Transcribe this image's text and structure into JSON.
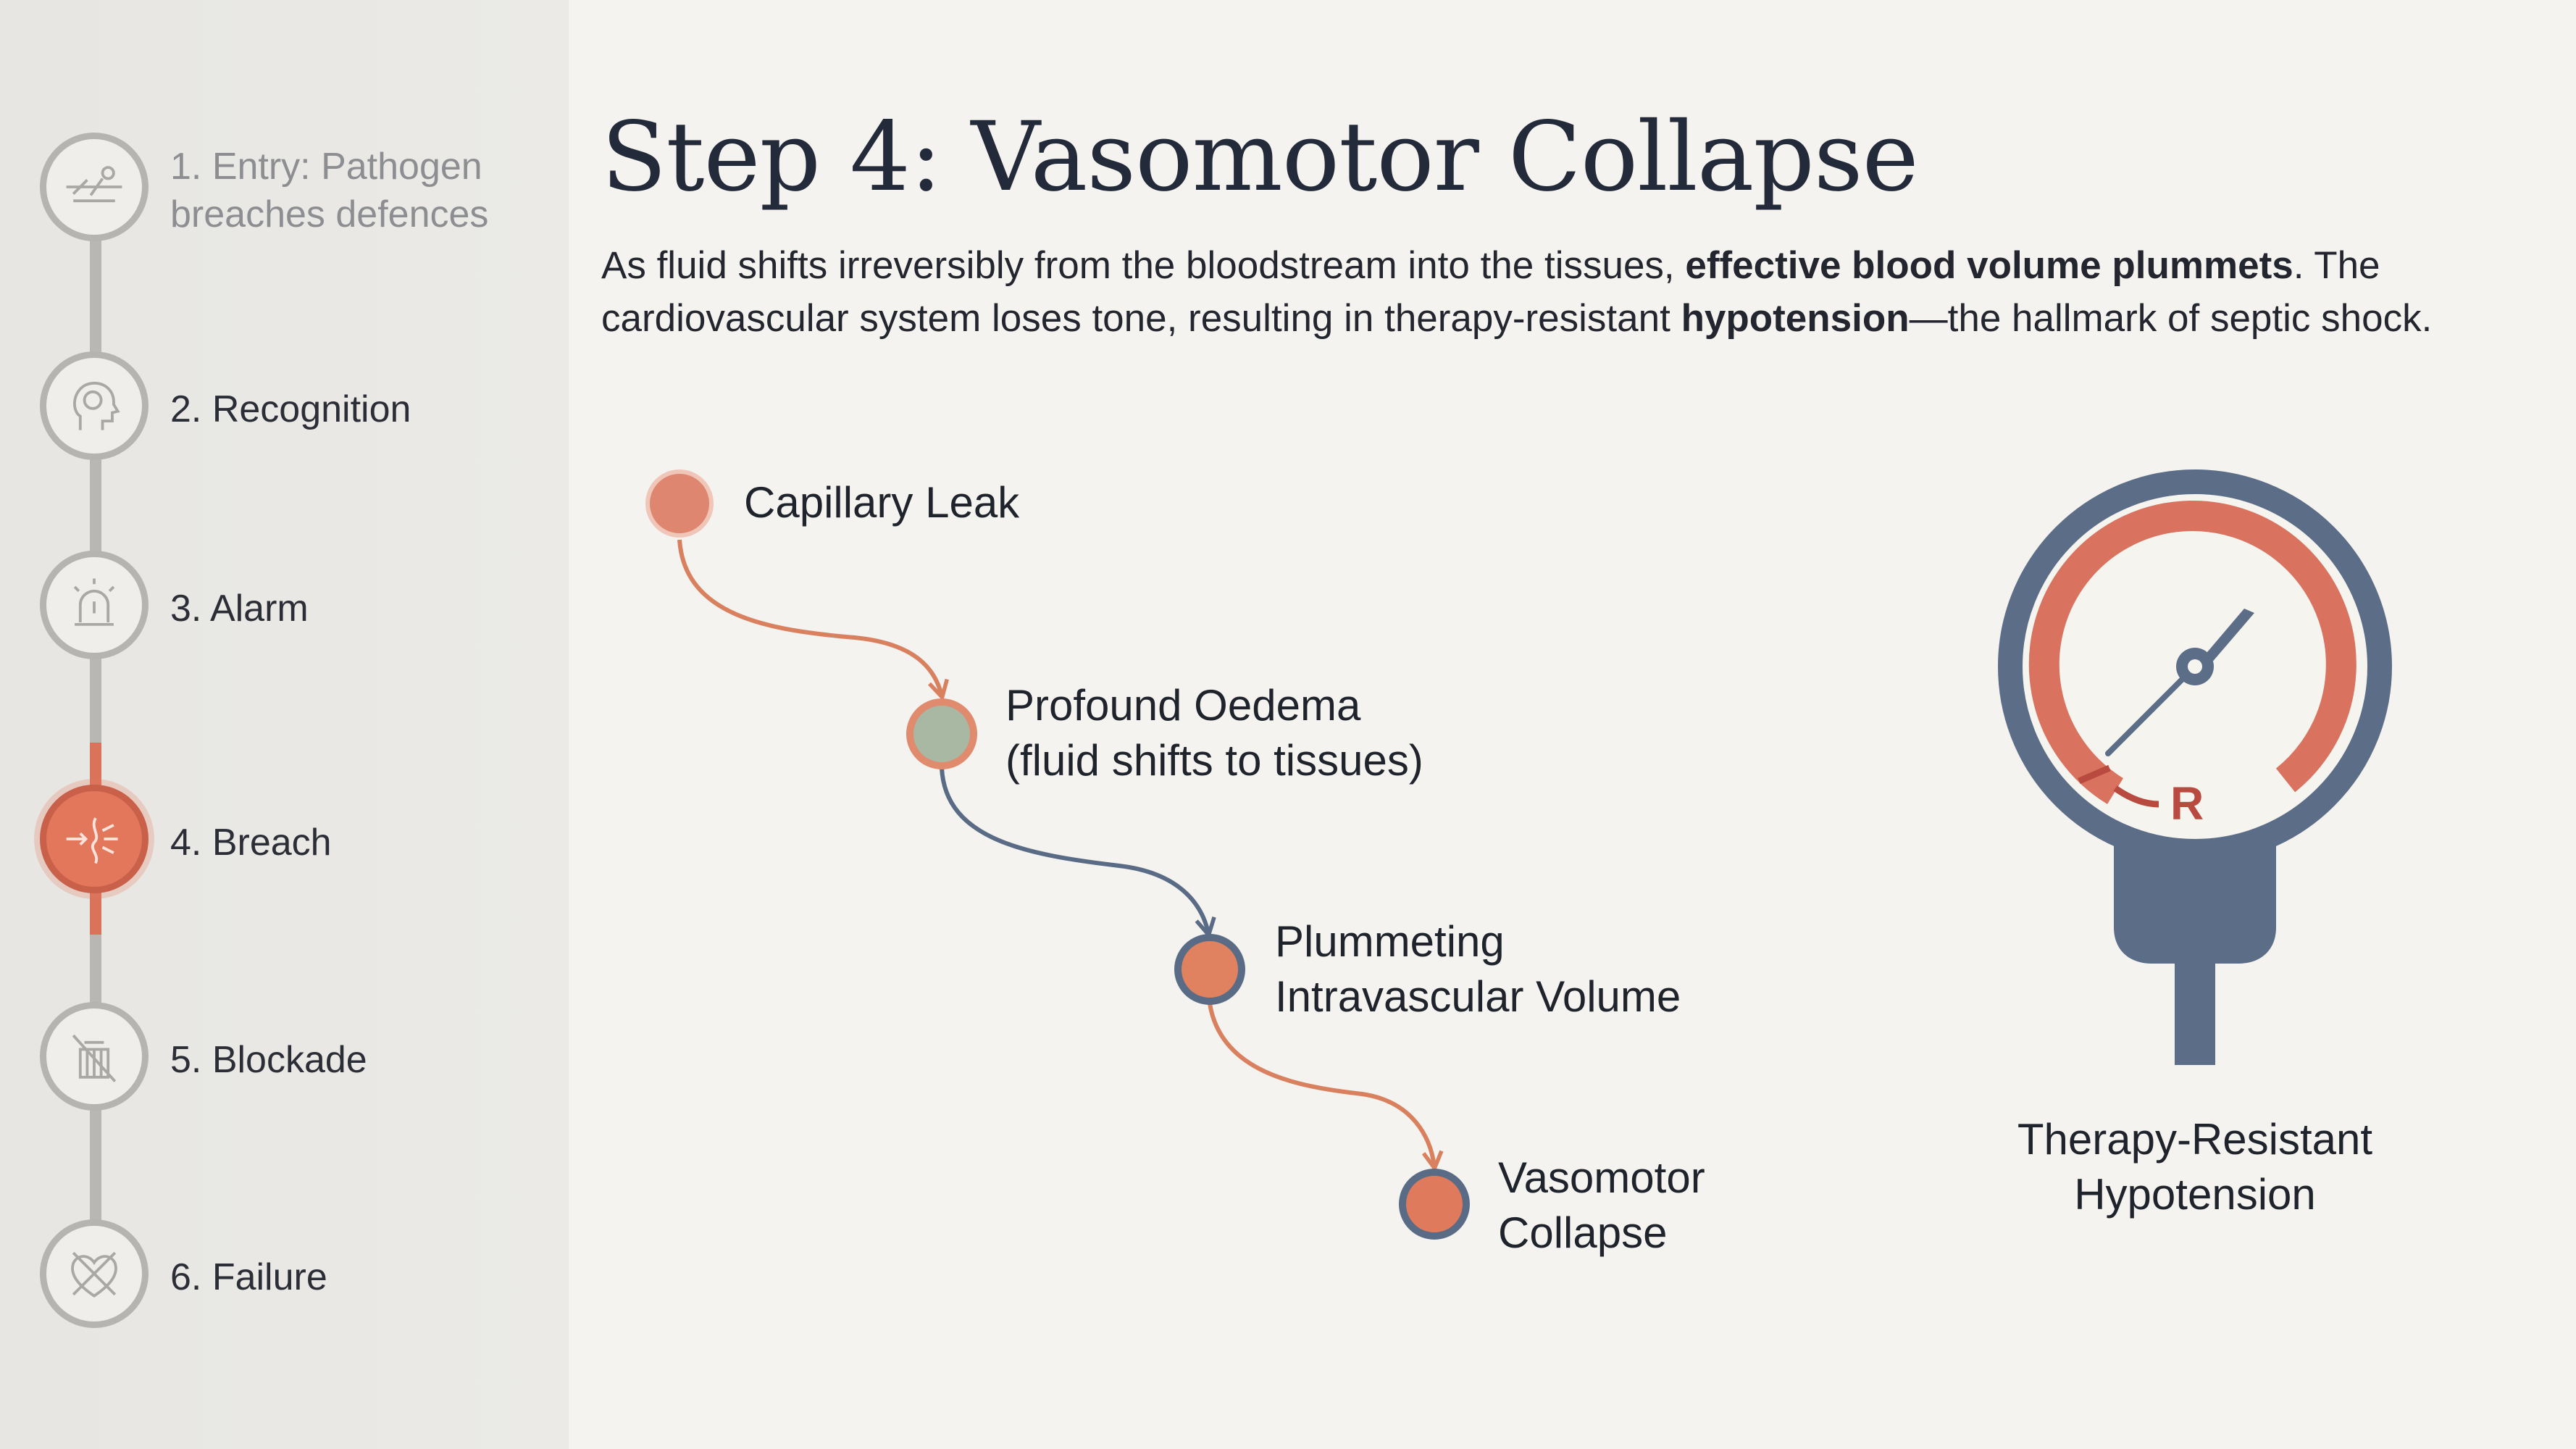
{
  "sidebar": {
    "steps": [
      {
        "label_line1": "1. Entry: Pathogen",
        "label_line2": "breaches defences",
        "icon": "pathogen-entry-icon"
      },
      {
        "label": "2. Recognition",
        "icon": "head-recognition-icon"
      },
      {
        "label": "3. Alarm",
        "icon": "alarm-siren-icon"
      },
      {
        "label": "4. Breach",
        "icon": "breach-icon"
      },
      {
        "label": "5. Blockade",
        "icon": "blockade-icon"
      },
      {
        "label": "6. Failure",
        "icon": "failure-icon"
      }
    ]
  },
  "main": {
    "title": "Step 4: Vasomotor Collapse",
    "description": {
      "part1": "As fluid shifts irreversibly from the bloodstream into the tissues, ",
      "bold1": "effective blood volume plummets",
      "part2": ". The cardiovascular system loses tone, resulting in therapy-resistant ",
      "bold2": "hypotension",
      "part3": "—the hallmark of septic shock."
    },
    "flow": [
      {
        "line1": "Capillary Leak"
      },
      {
        "line1": "Profound Oedema",
        "line2": "(fluid shifts to tissues)"
      },
      {
        "line1": "Plummeting",
        "line2": "Intravascular Volume"
      },
      {
        "line1": "Vasomotor",
        "line2": "Collapse"
      }
    ],
    "gauge": {
      "letter": "R",
      "caption_line1": "Therapy-Resistant",
      "caption_line2": "Hypotension"
    }
  },
  "colors": {
    "accent": "#e2775c",
    "navy": "#5a6b86",
    "gauge_red": "#d9725e",
    "muted_green": "#9fb4a2"
  }
}
